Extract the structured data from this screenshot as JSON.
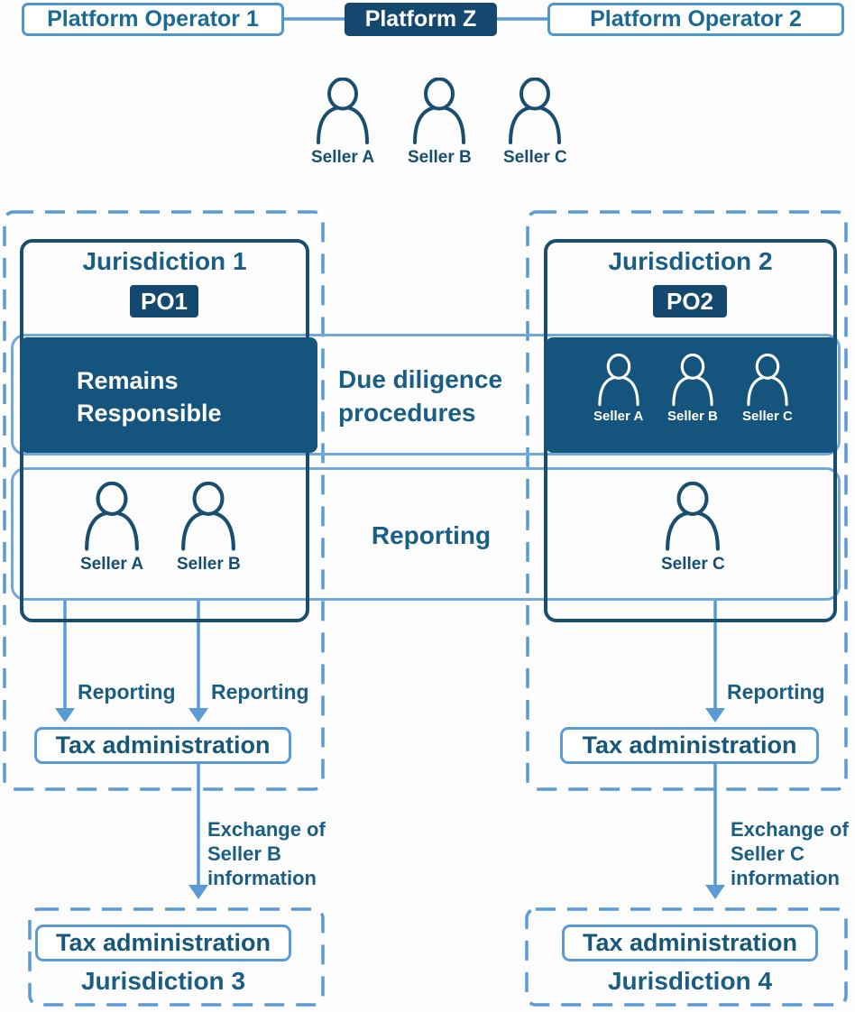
{
  "title_row": {
    "platform_operator_1": "Platform Operator 1",
    "platform_z": "Platform Z",
    "platform_operator_2": "Platform Operator 2"
  },
  "sellers": {
    "a": "Seller A",
    "b": "Seller B",
    "c": "Seller C"
  },
  "jurisdictions": {
    "j1": {
      "title": "Jurisdiction 1",
      "badge": "PO1"
    },
    "j2": {
      "title": "Jurisdiction 2",
      "badge": "PO2"
    },
    "j3": {
      "title": "Jurisdiction 3"
    },
    "j4": {
      "title": "Jurisdiction 4"
    }
  },
  "bands": {
    "due_diligence": "Due diligence procedures",
    "reporting": "Reporting",
    "remains_responsible": "Remains Responsible"
  },
  "labels": {
    "reporting_arrow": "Reporting",
    "tax_administration": "Tax administration",
    "exchange_b": "Exchange of Seller B information",
    "exchange_c": "Exchange of Seller C information"
  },
  "colors": {
    "dark_fill": "#15557d",
    "dark_badge": "#14486e",
    "accent_blue": "#5b9bd5",
    "band_border": "#71a8db",
    "solid_border": "#1a4e70",
    "text_dark": "#1a5e85"
  }
}
